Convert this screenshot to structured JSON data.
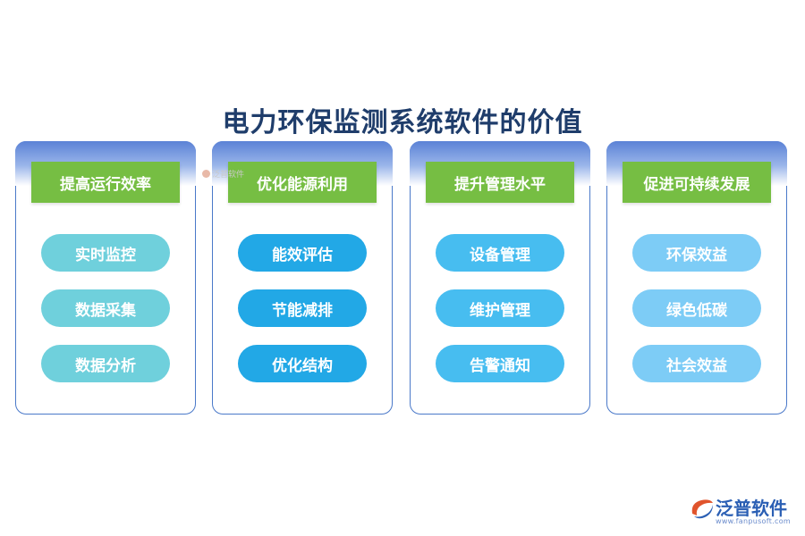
{
  "title": "电力环保监测系统软件的价值",
  "columns": [
    {
      "header": "提高运行效率",
      "items": [
        "实时监控",
        "数据采集",
        "数据分析"
      ]
    },
    {
      "header": "优化能源利用",
      "items": [
        "能效评估",
        "节能减排",
        "优化结构"
      ]
    },
    {
      "header": "提升管理水平",
      "items": [
        "设备管理",
        "维护管理",
        "告警通知"
      ]
    },
    {
      "header": "促进可持续发展",
      "items": [
        "环保效益",
        "绿色低碳",
        "社会效益"
      ]
    }
  ],
  "watermark": {
    "small": "泛普软件"
  },
  "logo": {
    "name": "泛普软件",
    "url": "www.fanpusoft.com"
  },
  "colors": {
    "header_green": "#76be43",
    "card_border": "#4a79c9",
    "col1_items": "#6fd0dc",
    "col2_items": "#22a8e6",
    "col3_items": "#47bdf0",
    "col4_items": "#7dccf6",
    "title": "#1f3d6b"
  }
}
